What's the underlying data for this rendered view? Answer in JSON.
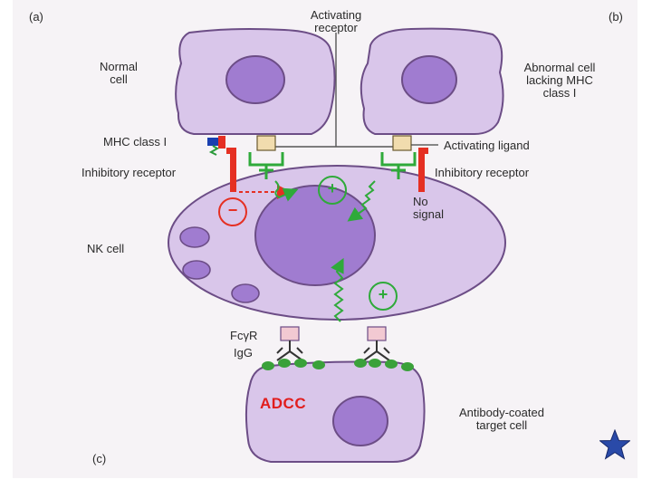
{
  "panels": {
    "a": "(a)",
    "b": "(b)",
    "c": "(c)"
  },
  "labels": {
    "activating_receptor": [
      "Activating",
      "receptor"
    ],
    "normal_cell": [
      "Normal",
      "cell"
    ],
    "abnormal_cell": [
      "Abnormal cell",
      "lacking MHC",
      "class I"
    ],
    "mhc_class_i": "MHC class I",
    "activating_ligand": "Activating ligand",
    "inhibitory_receptor_left": "Inhibitory receptor",
    "inhibitory_receptor_right": "Inhibitory receptor",
    "no_signal": [
      "No",
      "signal"
    ],
    "nk_cell": "NK cell",
    "fcgr": "FcγR",
    "igg": "IgG",
    "antibody_coated_target_cell": [
      "Antibody-coated",
      "target cell"
    ],
    "adcc": "ADCC"
  },
  "signs": {
    "minus": "−",
    "plus_top": "+",
    "plus_bottom": "+"
  },
  "colors": {
    "cell_fill": "#d9c6ea",
    "nucleus_fill": "#a07cd0",
    "activating_receptor": "#2faa3a",
    "inhibitory_receptor": "#e53023",
    "ligand": "#f1dcae",
    "fc_receptor": "#f2c9d2",
    "igg_bead": "#3aa13a",
    "adcc_text": "#e11d1d",
    "star": "#2a4aa8"
  }
}
